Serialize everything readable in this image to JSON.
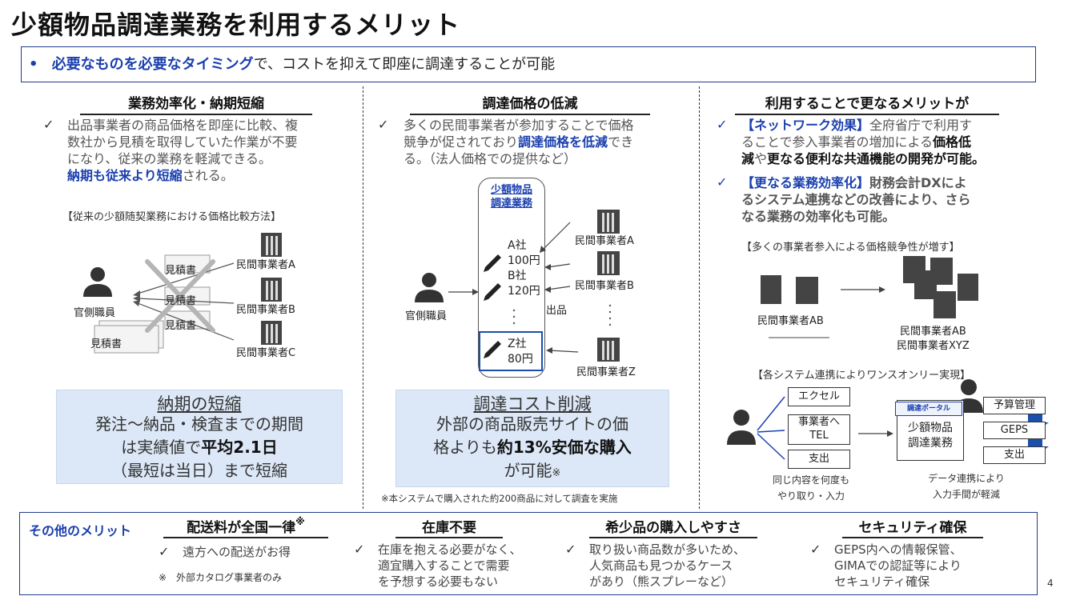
{
  "page": {
    "title": "少額物品調達業務を利用するメリット",
    "page_number": "4"
  },
  "lead": {
    "bullet": "•",
    "highlight": "必要なものを必要なタイミング",
    "rest": "で、コストを抑えて即座に調達することが可能"
  },
  "col1": {
    "heading": "業務効率化・納期短縮",
    "check": "✓",
    "lines": [
      "出品事業者の商品価格を即座に比較、複",
      "数社から見積を取得していた作業が不要",
      "になり、従来の業務を軽減できる。"
    ],
    "highlight": "納期も従来より短縮",
    "highlight_suffix": "される。",
    "diagram_caption": "【従来の少額随契業務における価格比較方法】",
    "estimate": "見積書",
    "official": "官側職員",
    "vendors": [
      "民間事業者A",
      "民間事業者B",
      "民間事業者C"
    ],
    "card": {
      "heading": "納期の短縮",
      "line1": "発注～納品・検査までの期間",
      "line2_pre": "は実績値で",
      "line2_bold": "平均2.1日",
      "line3": "（最短は当日）まで短縮"
    }
  },
  "col2": {
    "heading": "調達価格の低減",
    "check": "✓",
    "line1": "多くの民間事業者が参加することで価格",
    "line2_pre": "競争が促されており",
    "line2_highlight": "調達価格を低減",
    "line2_post": "でき",
    "line3": "る。（法人価格での提供など）",
    "system_label_1": "少額物品",
    "system_label_2": "調達業務",
    "items": [
      {
        "company": "A社",
        "price": "100円"
      },
      {
        "company": "B社",
        "price": "120円"
      },
      {
        "company": "Z社",
        "price": "80円"
      }
    ],
    "vertical_dots": "⋮",
    "listing": "出品",
    "official": "官側職員",
    "vendors": [
      "民間事業者A",
      "民間事業者B",
      "民間事業者Z"
    ],
    "card": {
      "heading": "調達コスト削減",
      "line1": "外部の商品販売サイトの価",
      "line2_pre": "格よりも",
      "line2_bold": "約13%安価な購入",
      "line3": "が可能",
      "mark": "※"
    },
    "footnote": "※本システムで購入された約200商品に対して調査を実施"
  },
  "col3": {
    "heading": "利用することで更なるメリットが",
    "check": "✓",
    "item1": {
      "tag": "【ネットワーク効果】",
      "line1_post": "全府省庁で利用す",
      "line2_pre": "ることで参入事業者の増加による",
      "line2_bold": "価格低",
      "line3_bold_a": "減",
      "line3_mid": "や",
      "line3_bold_b": "更なる便利な共通機能の開発が可能。"
    },
    "item2": {
      "tag": "【更なる業務効率化】",
      "line1_post": "財務会計DXによ",
      "line2": "るシステム連携などの改善により、さら",
      "line3": "なる業務の効率化も可能。"
    },
    "diagram1_caption": "【多くの事業者参入による価格競争性が増す】",
    "vendors_ab": "民間事業者AB",
    "vendors_xyz": "民間事業者XYZ",
    "diagram2_caption": "【各システム連携によりワンスオンリー実現】",
    "flows": [
      "エクセル",
      "事業者へ",
      "TEL",
      "支出"
    ],
    "portal_logo": "調達ポータル",
    "system_1": "少額物品",
    "system_2": "調達業務",
    "right_boxes": [
      "予算管理",
      "GEPS",
      "支出"
    ],
    "note_left_1": "同じ内容を何度も",
    "note_left_2": "やり取り・入力",
    "note_right_1": "データ連携により",
    "note_right_2": "入力手間が軽減"
  },
  "footer": {
    "label": "その他のメリット",
    "check": "✓",
    "items": [
      {
        "heading": "配送料が全国一律",
        "mark": "※",
        "lines": [
          "遠方への配送がお得"
        ],
        "note": "※　外部カタログ事業者のみ"
      },
      {
        "heading": "在庫不要",
        "lines": [
          "在庫を抱える必要がなく、",
          "適宜購入することで需要",
          "を予想する必要もない"
        ]
      },
      {
        "heading": "希少品の購入しやすさ",
        "lines": [
          "取り扱い商品数が多いため、",
          "人気商品も見つかるケース",
          "があり（熊スプレーなど）"
        ]
      },
      {
        "heading": "セキュリティ確保",
        "lines": [
          "GEPS内への情報保管、",
          "GIMAでの認証等により",
          "セキュリティ確保"
        ]
      }
    ]
  }
}
